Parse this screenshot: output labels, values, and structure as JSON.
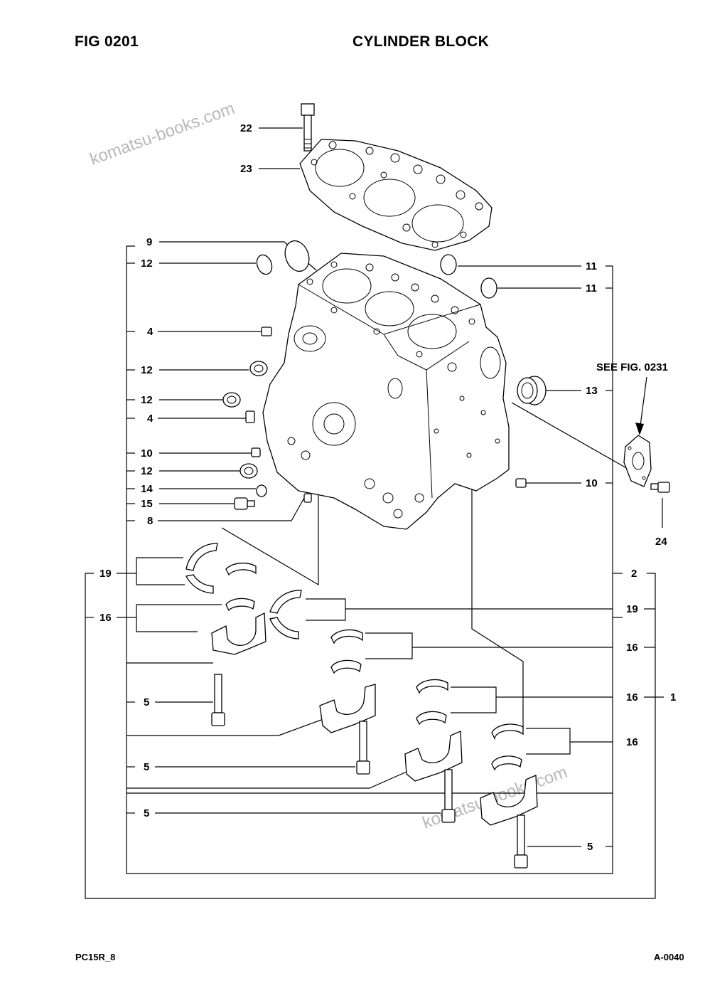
{
  "header": {
    "fig_label": "FIG   0201",
    "title": "CYLINDER BLOCK"
  },
  "footer": {
    "left": "PC15R_8",
    "right": "A-0040"
  },
  "see_fig": "SEE FIG. 0231",
  "watermark": "komatsu-books.com",
  "callouts": {
    "c22": "22",
    "c23": "23",
    "c9": "9",
    "c12a": "12",
    "c4a": "4",
    "c12b": "12",
    "c12c": "12",
    "c4b": "4",
    "c10a": "10",
    "c12d": "12",
    "c14": "14",
    "c15": "15",
    "c8": "8",
    "c19a": "19",
    "c16a": "16",
    "c5a": "5",
    "c5b": "5",
    "c5c": "5",
    "c11a": "11",
    "c11b": "11",
    "c13": "13",
    "c10b": "10",
    "c24": "24",
    "c2": "2",
    "c19b": "19",
    "c16b": "16",
    "c16c": "16",
    "c1": "1",
    "c16d": "16",
    "c5d": "5"
  }
}
